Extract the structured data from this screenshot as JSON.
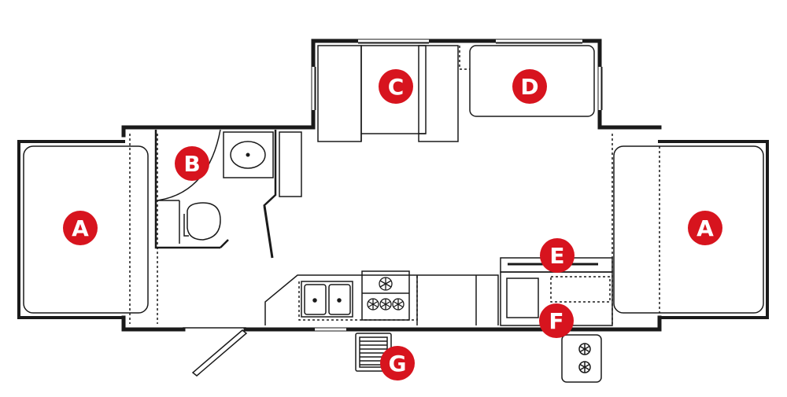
{
  "colors": {
    "wall": "#1a1a1a",
    "line": "#1a1a1a",
    "marker": "#d7141e",
    "marker_text": "#ffffff",
    "background": "#ffffff"
  },
  "markers": {
    "bed_left": "A",
    "bed_right": "A",
    "bathroom": "B",
    "dinette": "C",
    "sofa": "D",
    "entertainment": "E",
    "kitchen_counter": "F",
    "entry_step": "G"
  }
}
